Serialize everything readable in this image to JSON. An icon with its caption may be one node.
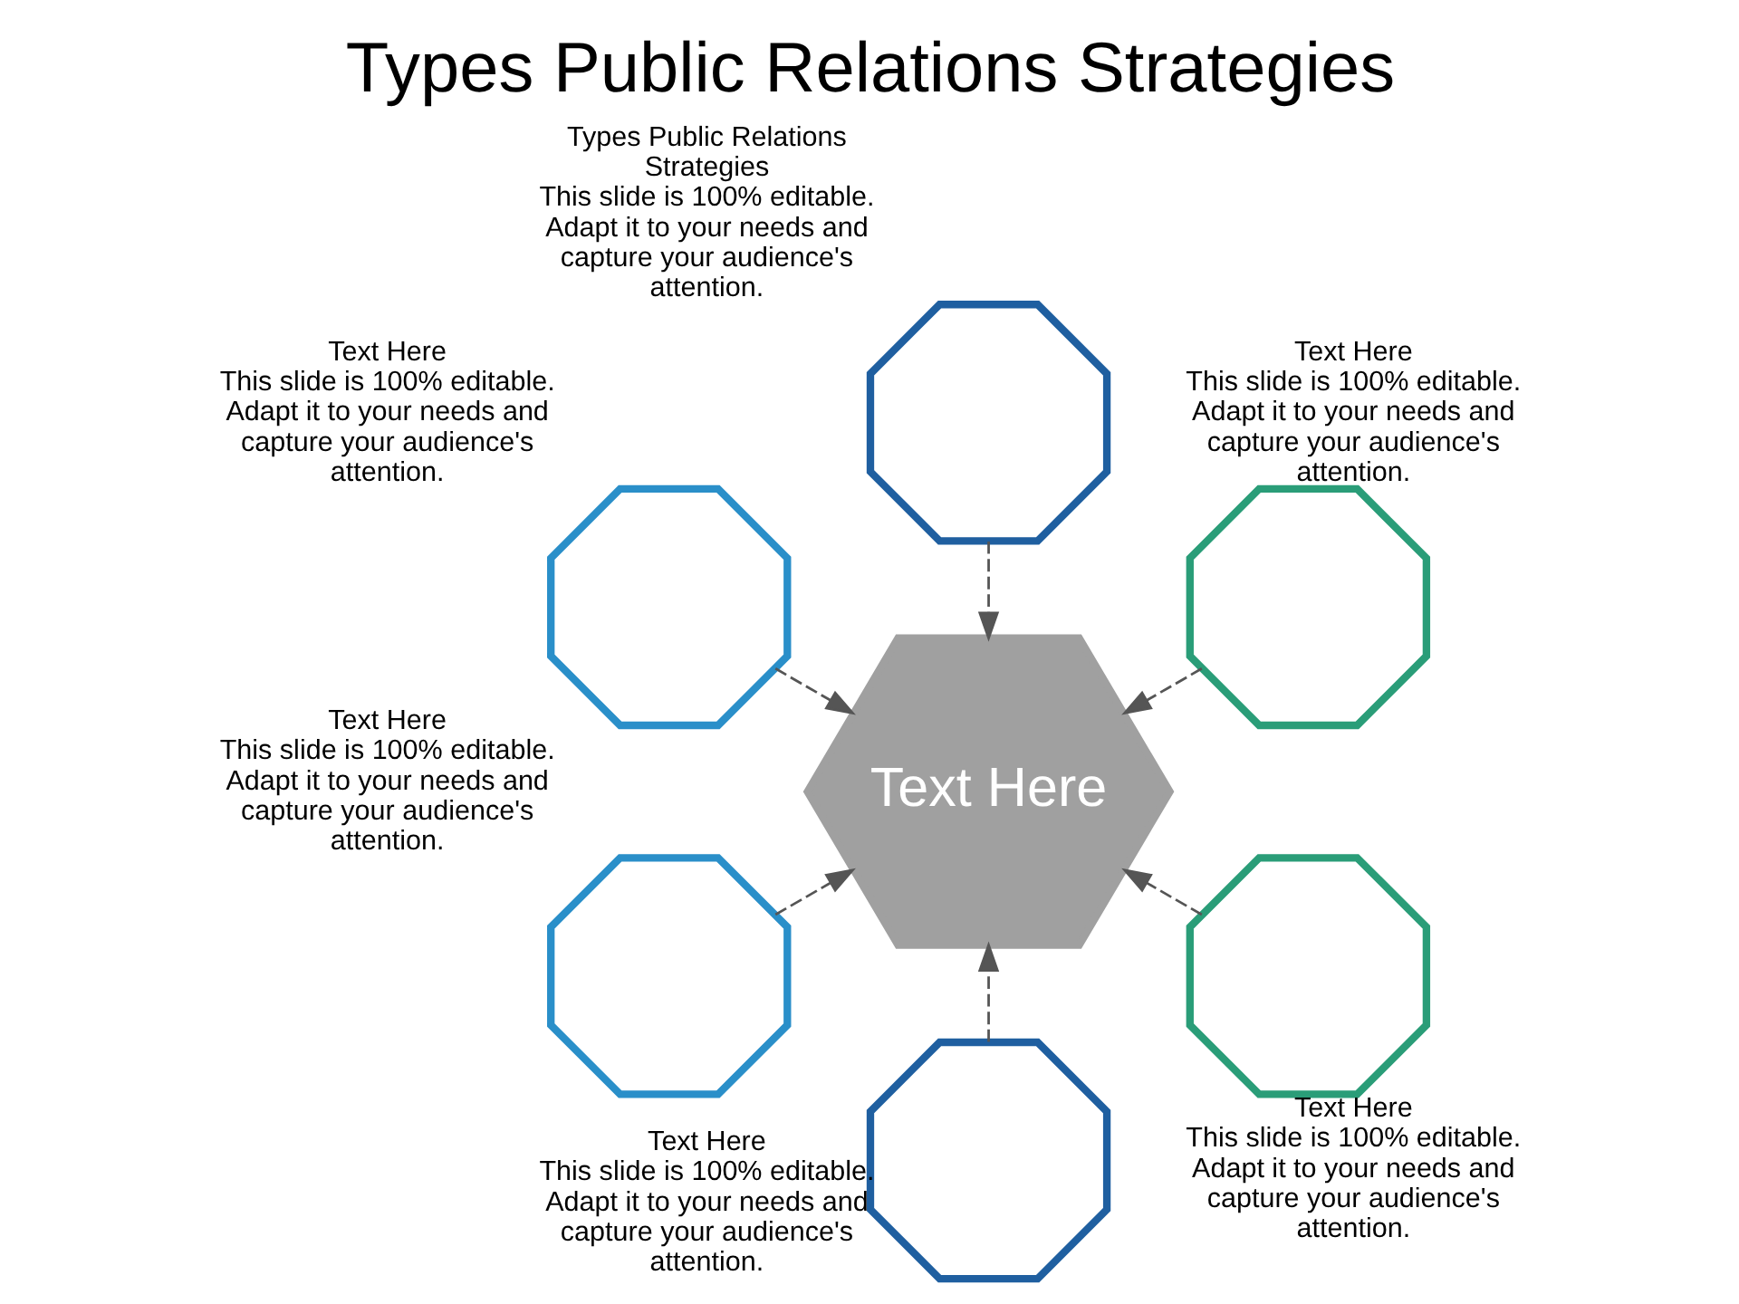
{
  "diagram": {
    "title": "Types Public Relations Strategies",
    "nodes": [
      {
        "text": [
          "Text Here"
        ]
      },
      {
        "text": [],
        "shape": "octagon",
        "beside": [
          "Text Here",
          "This slide is 100% editable. Adapt it to your needs and capture your audience's attention."
        ]
      },
      {
        "text": [],
        "shape": "octagon",
        "beside": [
          "Types Public Relations Strategies",
          "This slide is 100% editable. Adapt it to your needs and capture your audience's attention."
        ]
      },
      {
        "text": [],
        "shape": "octagon",
        "beside": [
          "Text Here",
          "This slide is 100% editable. Adapt it to your needs and capture your audience's attention."
        ]
      },
      {
        "text": [],
        "shape": "octagon",
        "beside": [
          "Text Here",
          "This slide is 100% editable. Adapt it to your needs and capture your audience's attention."
        ]
      },
      {
        "text": [],
        "shape": "octagon",
        "beside": [
          "Text Here",
          "This slide is 100% editable. Adapt it to your needs and capture your audience's attention."
        ]
      },
      {
        "text": [],
        "shape": "octagon",
        "beside": [
          "Text Here",
          "This slide is 100% editable. Adapt it to your needs and capture your audience's attention."
        ]
      }
    ],
    "edges": [
      {
        "from": 1,
        "to": 0,
        "arrow": "to",
        "style": "dashed"
      },
      {
        "from": 2,
        "to": 0,
        "arrow": "to",
        "style": "dashed"
      },
      {
        "from": 3,
        "to": 0,
        "arrow": "to",
        "style": "dashed"
      },
      {
        "from": 4,
        "to": 0,
        "arrow": "to",
        "style": "dashed"
      },
      {
        "from": 5,
        "to": 0,
        "arrow": "to",
        "style": "dashed"
      },
      {
        "from": 6,
        "to": 0,
        "arrow": "to",
        "style": "dashed"
      }
    ]
  }
}
